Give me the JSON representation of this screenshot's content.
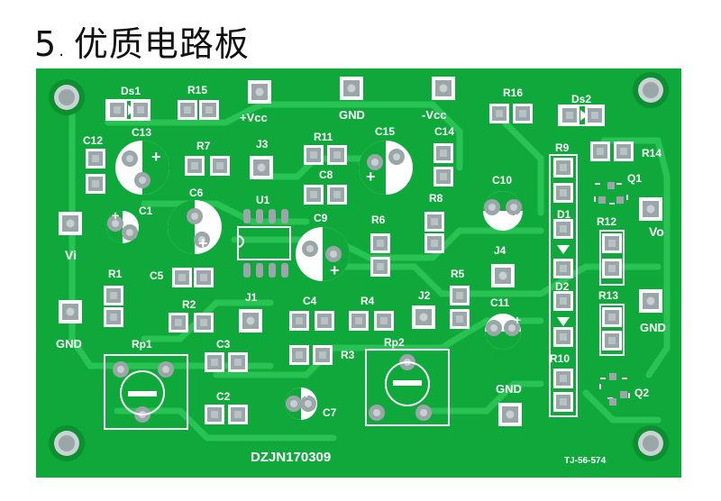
{
  "heading": {
    "number": "5",
    "title": "优质电路板"
  },
  "colors": {
    "board": "#0fa83a",
    "trace": "#27c454",
    "pad": "#9aa6a8",
    "silk": "#ffffff",
    "pcb_border": "#0b8f30"
  },
  "labels": {
    "ds1": "Ds1",
    "r15": "R15",
    "vcc_pos": "+Vcc",
    "gnd_top": "GND",
    "vcc_neg": "-Vcc",
    "r16": "R16",
    "ds2": "Ds2",
    "c12": "C12",
    "c13": "C13",
    "r7": "R7",
    "j3": "J3",
    "r11": "R11",
    "c15": "C15",
    "c14": "C14",
    "r9": "R9",
    "r14": "R14",
    "q1": "Q1",
    "c8": "C8",
    "c6": "C6",
    "c1": "C1",
    "u1": "U1",
    "c9": "C9",
    "r8": "R8",
    "c10": "C10",
    "d1": "D1",
    "r12": "R12",
    "vi": "Vi",
    "vo": "Vo",
    "r6": "R6",
    "j4": "J4",
    "c5": "C5",
    "r1": "R1",
    "r5": "R5",
    "d2": "D2",
    "r13": "R13",
    "c4": "C4",
    "r4": "R4",
    "j2": "J2",
    "r2": "R2",
    "j1": "J1",
    "c11": "C11",
    "gnd_left": "GND",
    "gnd_right": "GND",
    "rp1": "Rp1",
    "c3": "C3",
    "r3": "R3",
    "rp2": "Rp2",
    "r10": "R10",
    "c2": "C2",
    "c7": "C7",
    "gnd_bottom": "GND",
    "q2": "Q2",
    "board_id": "DZJN170309",
    "code": "TJ-56-574"
  }
}
